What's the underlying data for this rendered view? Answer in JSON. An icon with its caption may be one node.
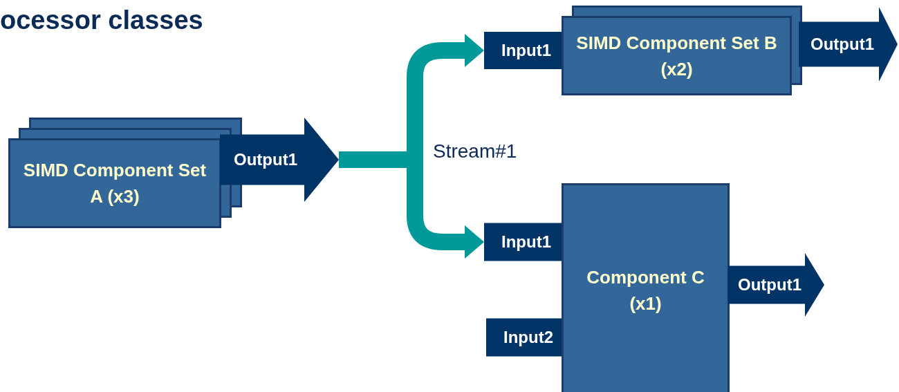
{
  "diagram": {
    "title": "ocessor classes",
    "nodes": [
      {
        "text": [
          "SIMD Component Set A (x3)"
        ]
      },
      {
        "text": [
          "Output1"
        ]
      },
      {
        "text": [
          "Input1"
        ]
      },
      {
        "text": [
          "SIMD Component Set B (x2)"
        ]
      },
      {
        "text": [
          "Output1"
        ]
      },
      {
        "text": [
          "Input1"
        ]
      },
      {
        "text": [
          "Input2"
        ]
      },
      {
        "text": [
          "Component C (x1)"
        ]
      },
      {
        "text": [
          "Output1"
        ]
      }
    ],
    "edges": [
      {
        "from": 1,
        "to": 2,
        "arrow": "to",
        "label": "Stream#1",
        "color": "#009999"
      },
      {
        "from": 1,
        "to": 5,
        "arrow": "to",
        "color": "#009999"
      }
    ]
  }
}
